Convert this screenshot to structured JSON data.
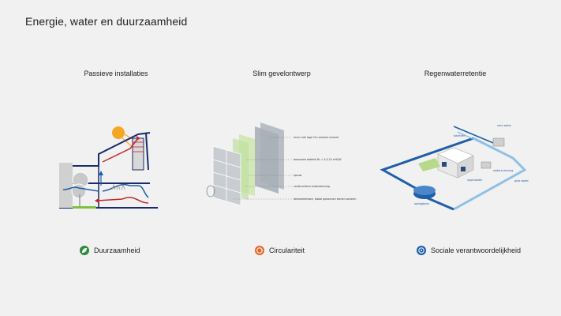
{
  "page": {
    "title": "Energie, water en duurzaamheid"
  },
  "columns": [
    {
      "title": "Passieve installaties",
      "badge": {
        "label": "Duurzaamheid",
        "icon": "leaf-icon",
        "color": "#2e8b3a"
      }
    },
    {
      "title": "Slim gevelontwerp",
      "badge": {
        "label": "Circulariteit",
        "icon": "circular-arrows-icon",
        "color": "#e06a2c"
      }
    },
    {
      "title": "Regenwaterretentie",
      "badge": {
        "label": "Sociale verantwoordelijkheid",
        "icon": "people-icon",
        "color": "#1f5fa8"
      }
    }
  ],
  "facade_labels": [
    "muur met lage CO₂-emissie cement",
    "doorzome betekle Rc = 4,5-10 m²K/W",
    "spouw",
    "constructieve ondersteuning",
    "demonteerbare, lokaal gewonnen stenen panelen"
  ],
  "water_labels": [
    "vers water",
    "toiletten",
    "grijs water",
    "tuin",
    "regenwater",
    "waterzuivering",
    "opslagtank"
  ],
  "colors": {
    "navy": "#1b2b6b",
    "blue": "#1f5fa8",
    "lightblue": "#8fc1e6",
    "red": "#c2272d",
    "green": "#7cc242",
    "sun": "#f5a623"
  }
}
